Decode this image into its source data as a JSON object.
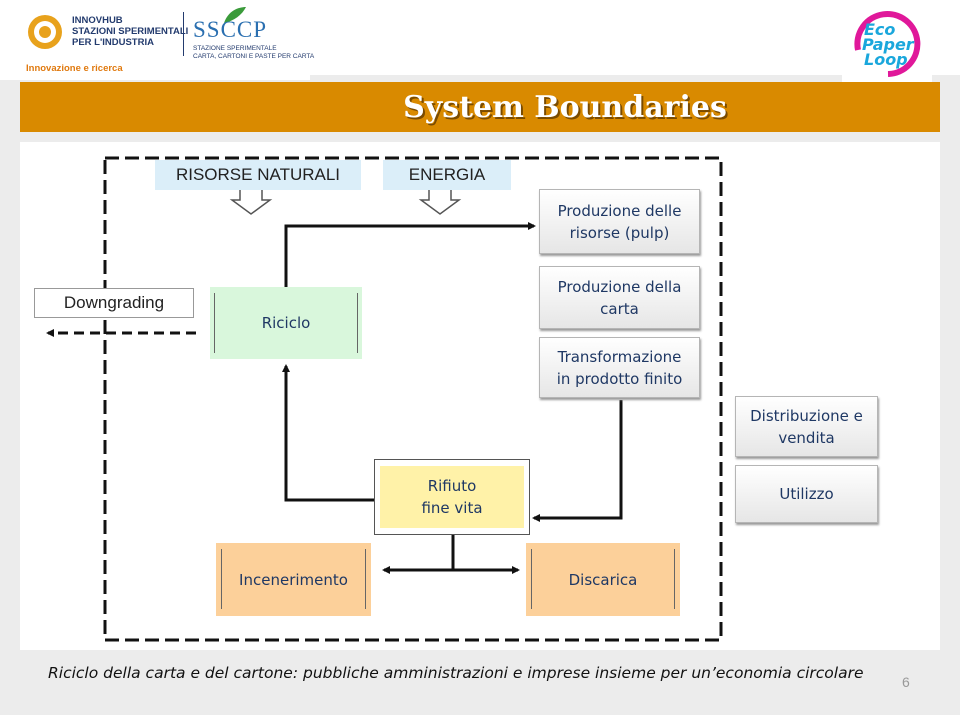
{
  "header": {
    "title": "System Boundaries",
    "logo_innovhub": {
      "name_line1": "INNOVHUB",
      "name_line2": "STAZIONI SPERIMENTALI",
      "name_line3": "PER L'INDUSTRIA",
      "tagline": "Innovazione e ricerca"
    },
    "logo_ssccp": {
      "acronym": "SSCCP",
      "line1": "STAZIONE SPERIMENTALE",
      "line2": "CARTA, CARTONI E PASTE PER CARTA"
    },
    "logo_ecopaperloop": {
      "line1": "Eco",
      "line2": "Paper",
      "line3": "Loop"
    }
  },
  "diagram": {
    "inputs": {
      "natural_resources": "RISORSE NATURALI",
      "energy": "ENERGIA"
    },
    "nodes": {
      "pulp": [
        "Produzione delle",
        "risorse (pulp)"
      ],
      "paper": [
        "Produzione della",
        "carta"
      ],
      "transformation": [
        "Transformazione",
        "in prodotto finito"
      ],
      "distribution": [
        "Distribuzione e",
        "vendita"
      ],
      "use": "Utilizzo",
      "waste": [
        "Rifiuto",
        "fine vita"
      ],
      "recycling": "Riciclo",
      "downgrading": "Downgrading",
      "incineration": "Incenerimento",
      "landfill": "Discarica"
    }
  },
  "footer": {
    "caption": "Riciclo della carta e del cartone: pubbliche amministrazioni e imprese insieme per un’economia circolare",
    "page_number": "6"
  },
  "colors": {
    "title_bar": "#d98a00",
    "recycling_fill": "#d9f7dc",
    "waste_fill": "#fff2a8",
    "end_of_life_fill": "#fcd09a",
    "input_fill": "#dbeef9",
    "node_text": "#1f3864"
  }
}
